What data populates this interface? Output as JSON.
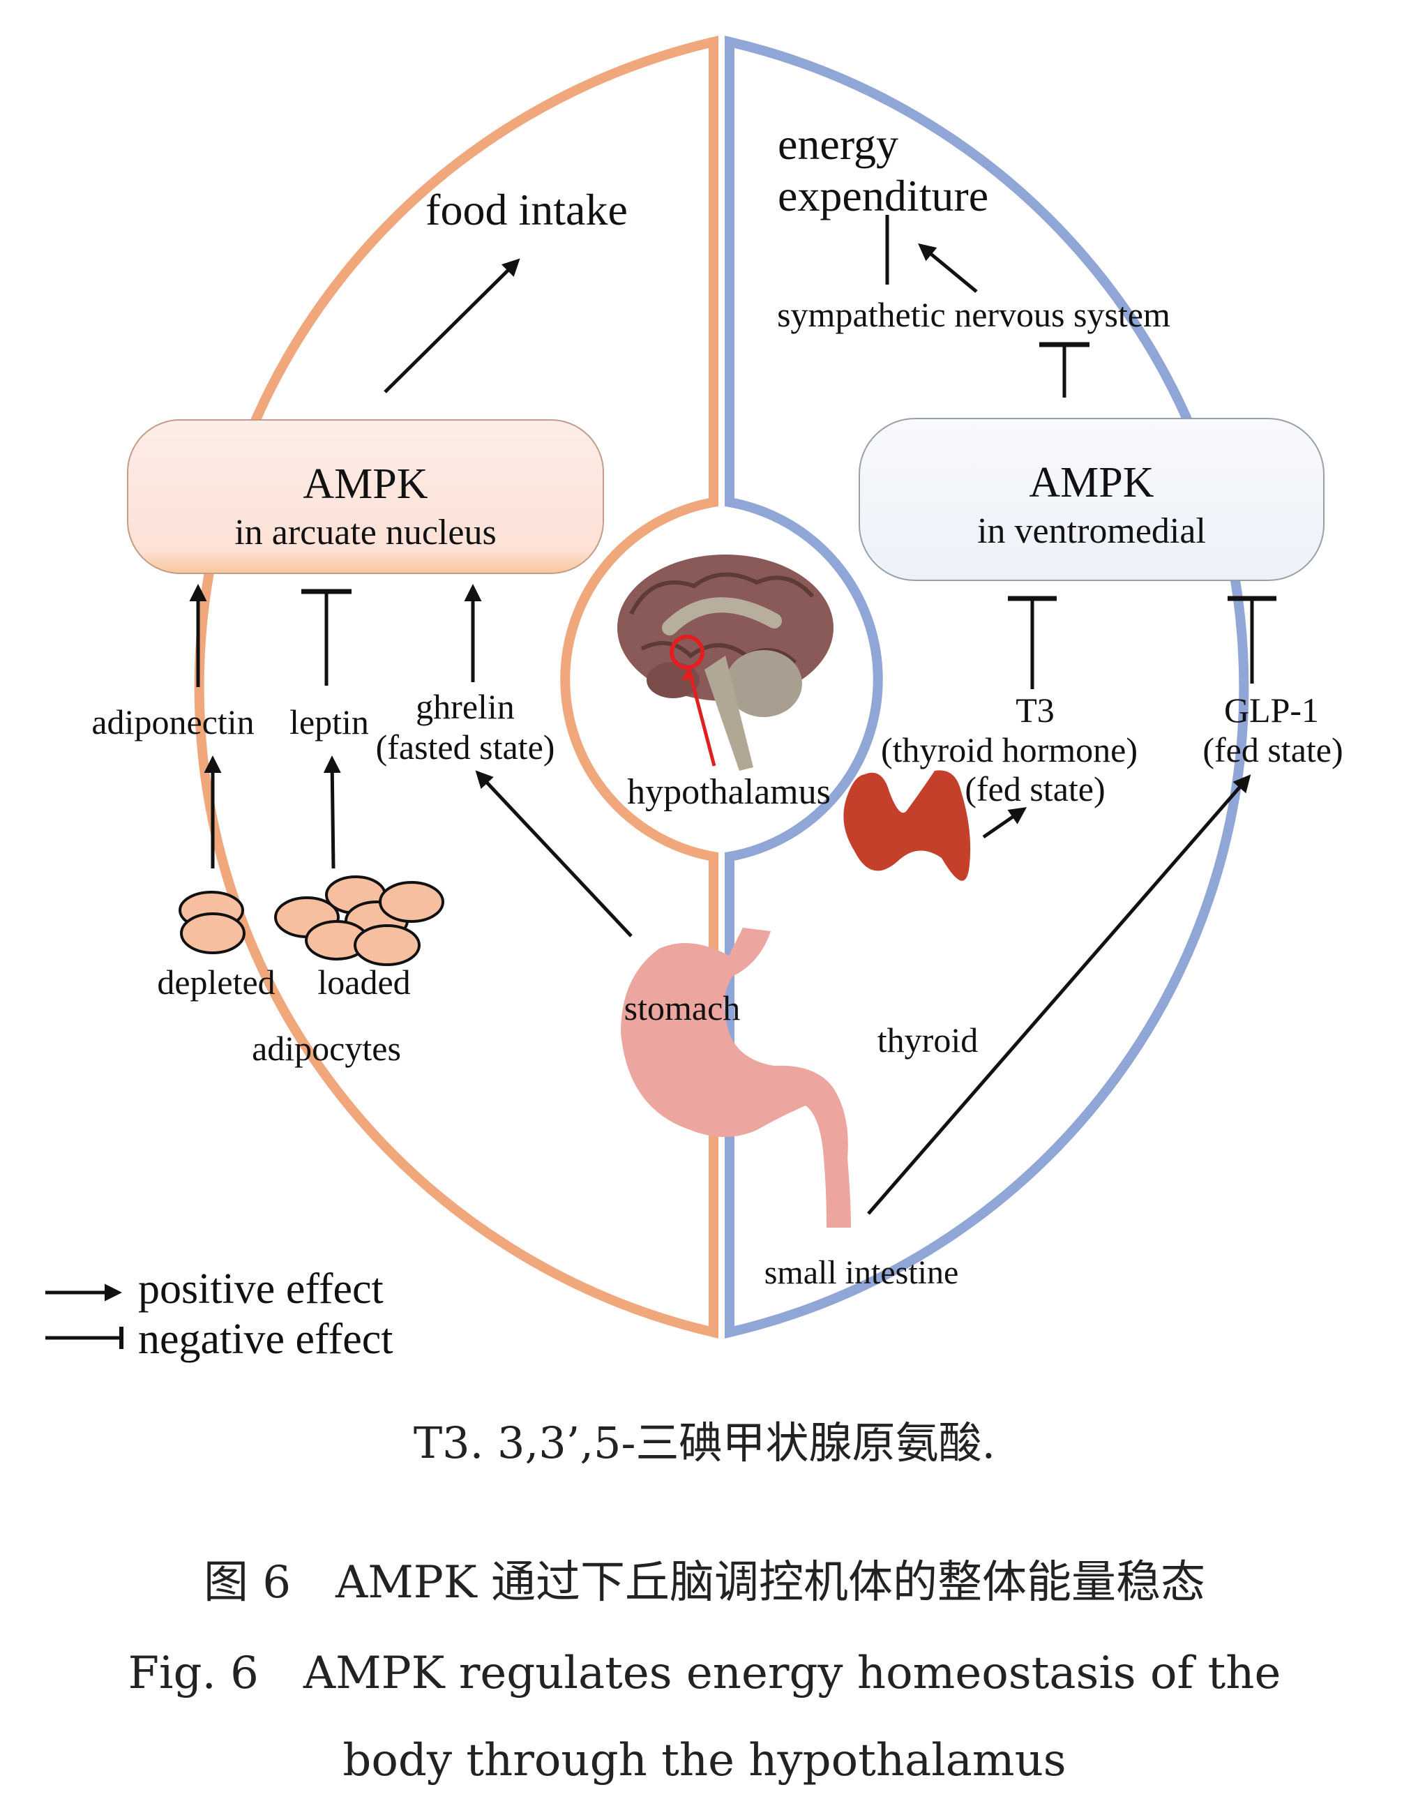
{
  "figure": {
    "left_panel": {
      "box_title": "AMPK",
      "box_subtitle": "in arcuate nucleus",
      "output_label": "food intake",
      "inputs": [
        {
          "label": "adiponectin",
          "effect": "positive"
        },
        {
          "label": "leptin",
          "effect": "negative"
        },
        {
          "label": "ghrelin",
          "sublabel": "(fasted state)",
          "effect": "positive"
        }
      ],
      "adipocytes": {
        "depleted_label": "depleted",
        "loaded_label": "loaded",
        "group_label": "adipocytes"
      },
      "stomach_label": "stomach"
    },
    "center": {
      "brain_label": "hypothalamus"
    },
    "right_panel": {
      "box_title": "AMPK",
      "box_subtitle": "in ventromedial",
      "output_label_line1": "energy",
      "output_label_line2": "expenditure",
      "mediator_label": "sympathetic nervous system",
      "inputs": [
        {
          "label": "T3",
          "sublabel": "(thyroid hormone)",
          "sublabel2": "(fed state)",
          "effect": "negative"
        },
        {
          "label": "GLP-1",
          "sublabel": "(fed state)",
          "effect": "negative"
        }
      ],
      "thyroid_label": "thyroid",
      "intestine_label": "small intestine"
    },
    "legend": {
      "positive": "positive effect",
      "negative": "negative effect"
    },
    "colors": {
      "left_accent": "#F0A77C",
      "right_accent": "#8FA6D6",
      "left_box_fill": "#FDE3DA",
      "right_box_fill": "#F2F5FB",
      "adipocyte_fill": "#F5BFA0",
      "stomach_fill": "#EDA5A0",
      "thyroid_fill": "#C5402B",
      "brain_fill": "#8A5A58"
    }
  },
  "caption": {
    "abbrev": "T3. 3,3’,5-三碘甲状腺原氨酸.",
    "title_cn": "图 6　AMPK 通过下丘脑调控机体的整体能量稳态",
    "title_en_line1": "Fig. 6　AMPK regulates energy homeostasis of the",
    "title_en_line2": "body through the hypothalamus"
  }
}
